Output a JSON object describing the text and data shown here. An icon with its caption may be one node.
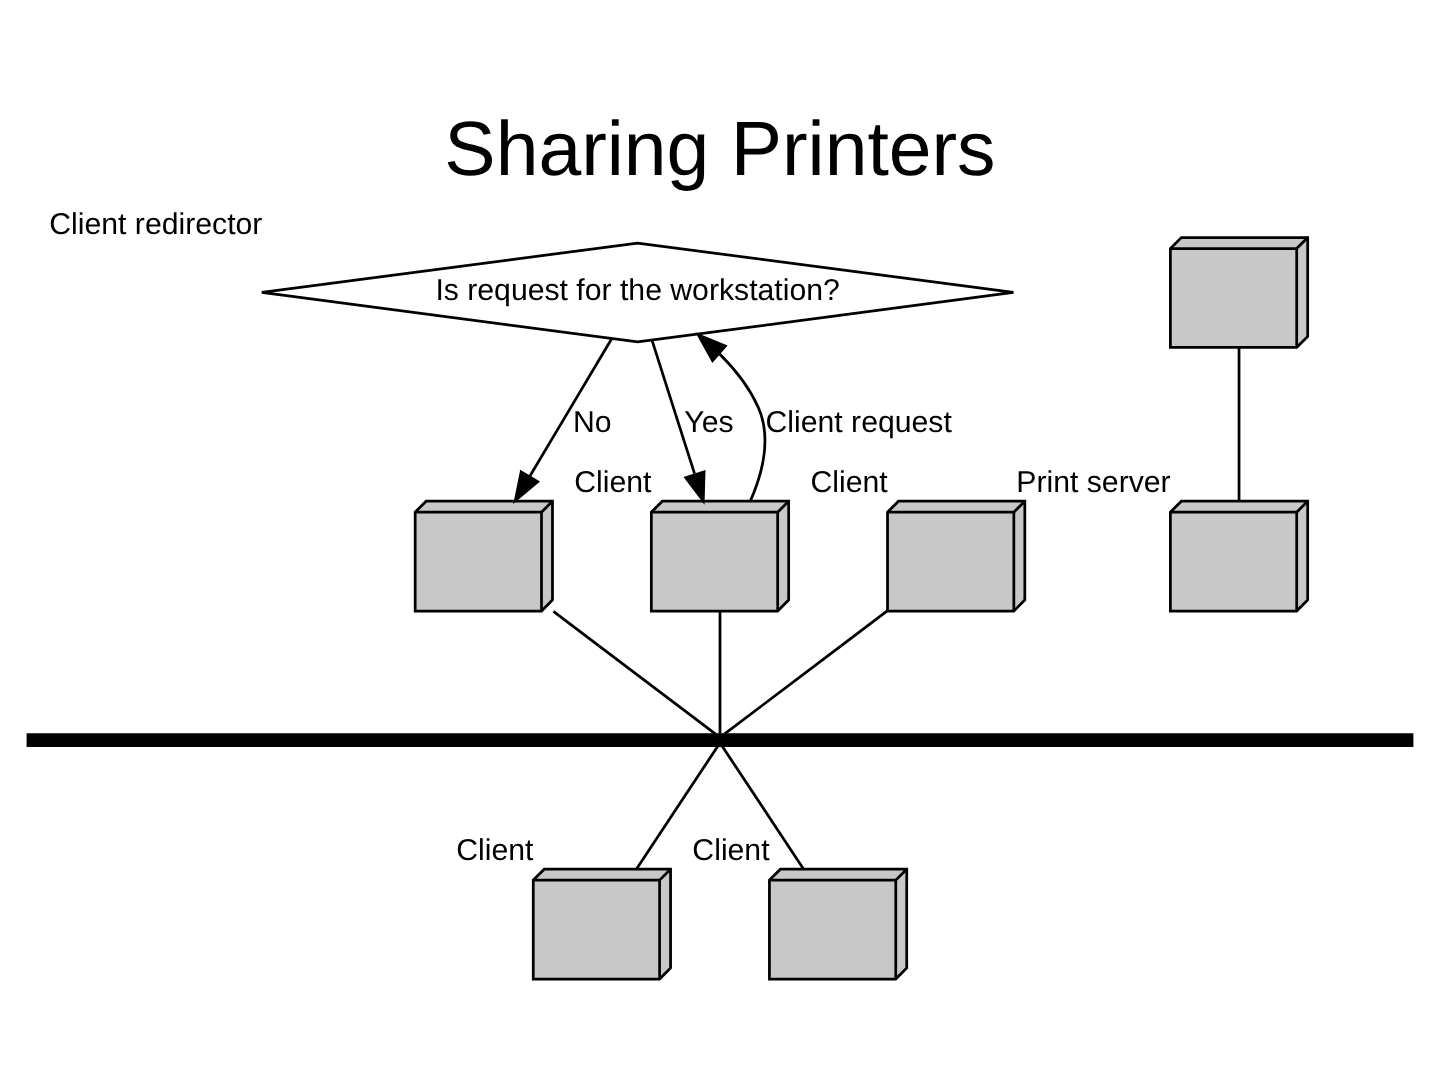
{
  "diagram": {
    "title": "Sharing Printers",
    "nodes": [
      {
        "text": [
          "Is request for the workstation?"
        ],
        "beside": [
          "Client redirector"
        ]
      },
      {
        "text": [],
        "shape": "picture"
      },
      {
        "text": [],
        "shape": "picture",
        "beside": [
          "Print server"
        ]
      },
      {
        "text": [],
        "shape": "picture"
      },
      {
        "text": [],
        "shape": "picture",
        "beside": [
          "Client"
        ]
      },
      {
        "text": [],
        "shape": "picture",
        "beside": [
          "Client"
        ]
      },
      {
        "text": [],
        "shape": "bar"
      },
      {
        "text": [],
        "shape": "picture",
        "beside": [
          "Client"
        ]
      },
      {
        "text": [],
        "shape": "picture",
        "beside": [
          "Client"
        ]
      }
    ],
    "edges": [
      {
        "from": 0,
        "to": 3,
        "arrow": "to",
        "label": "No"
      },
      {
        "from": 0,
        "to": 5,
        "arrow": "to",
        "label": "Yes"
      },
      {
        "from": 5,
        "to": 0,
        "arrow": "to",
        "label": "Client request"
      },
      {
        "from": 1,
        "to": 2,
        "arrow": "none"
      },
      {
        "from": 3,
        "to": 6,
        "arrow": "none"
      },
      {
        "from": 4,
        "to": 6,
        "arrow": "none"
      },
      {
        "from": 5,
        "to": 6,
        "arrow": "none"
      },
      {
        "from": 6,
        "to": 7,
        "arrow": "none"
      },
      {
        "from": 6,
        "to": 8,
        "arrow": "none"
      }
    ]
  }
}
